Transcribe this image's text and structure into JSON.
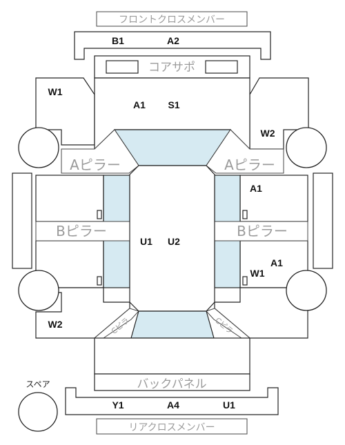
{
  "labels": {
    "front_cross_member": "フロントクロスメンバー",
    "core_support": "コアサポ",
    "a_pillar_left": "Aピラー",
    "a_pillar_right": "Aピラー",
    "b_pillar_left": "Bピラー",
    "b_pillar_right": "Bピラー",
    "back_panel": "バックパネル",
    "rear_cross_member": "リアクロスメンバー",
    "spare": "スペア",
    "c_pillar_left": "Cピラ",
    "c_pillar_right": "Cピラ"
  },
  "codes": {
    "front_member_left": "B1",
    "front_member_right": "A2",
    "hood_left": "A1",
    "hood_right": "S1",
    "front_left_fender": "W1",
    "front_right_fender": "W2",
    "right_front_door": "A1",
    "roof_left": "U1",
    "roof_right": "U2",
    "right_rear_door_upper": "A1",
    "right_rear_door_lower": "W1",
    "rear_left_quarter": "W2",
    "rear_member_left": "Y1",
    "rear_member_center": "A4",
    "rear_member_right": "U1"
  }
}
